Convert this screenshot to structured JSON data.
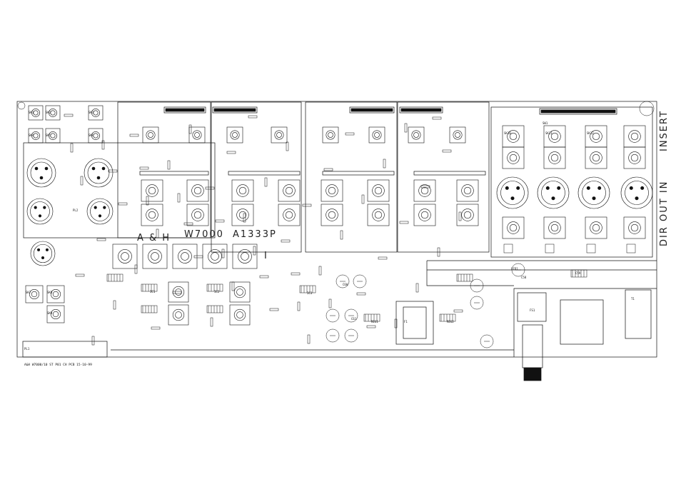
{
  "drawing": {
    "footer_text": "A&H  W7000/10    ST  P01   CH PCB     15-10-99",
    "side_labels": [
      "INSERT",
      "DIR OUT IN"
    ],
    "silk_text": [
      "A & H",
      "W7000",
      "A1333P",
      "I"
    ]
  },
  "part_labels": {
    "connectors": [
      "SK1",
      "SK2",
      "SK3",
      "SK4",
      "SK5",
      "SK6",
      "SK7",
      "SK8",
      "SK9",
      "SK10",
      "SK11",
      "SK12"
    ],
    "regulators": [
      "IC1",
      "IC2",
      "IC3",
      "REG1",
      "REG2"
    ],
    "fuses": [
      "F1",
      "FS1"
    ],
    "transformer": "T1",
    "misc": [
      "PL1",
      "PL2",
      "SW1",
      "LED1",
      "C58",
      "C59",
      "C60",
      "C61"
    ]
  },
  "colors": {
    "ink": "#111111",
    "paper": "#ffffff"
  }
}
